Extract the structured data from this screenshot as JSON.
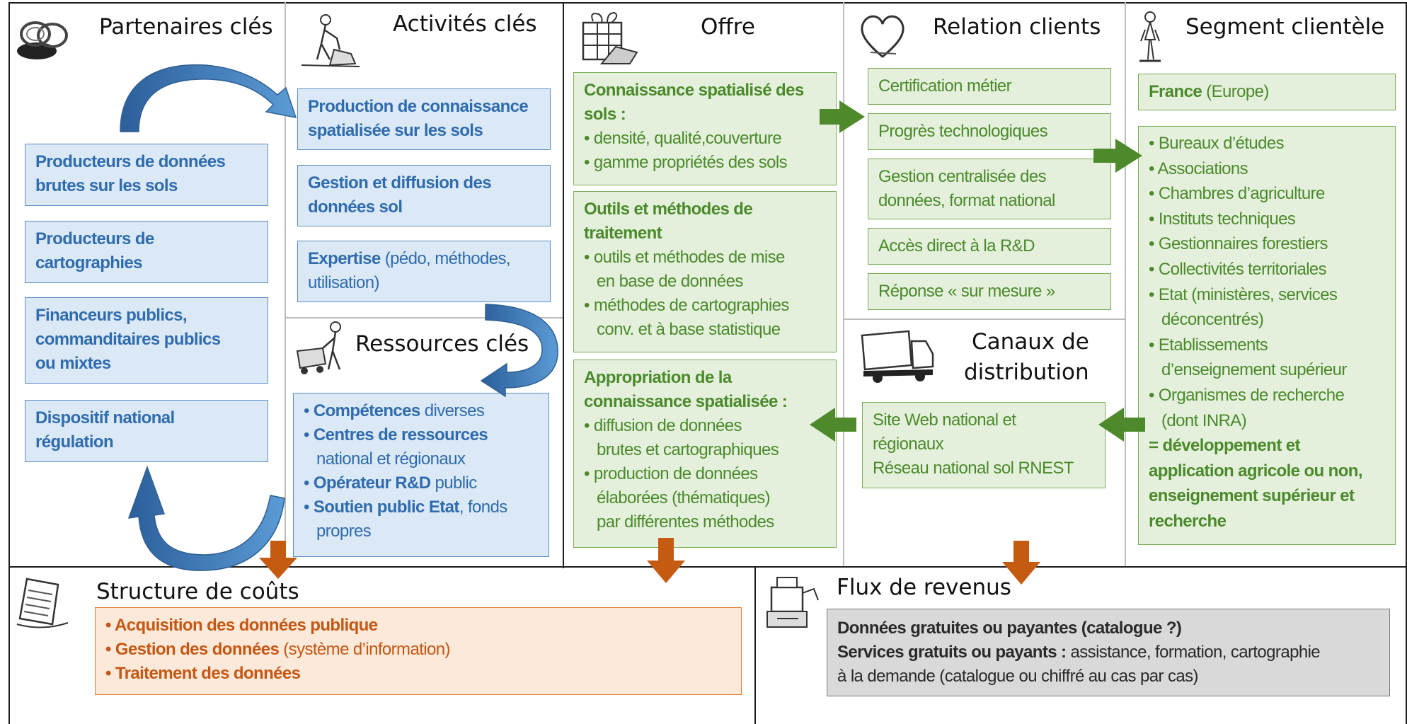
{
  "sections": {
    "partenaires": "Partenaires clés",
    "activites": "Activités clés",
    "offre": "Offre",
    "relation": "Relation clients",
    "segment": "Segment clientèle",
    "ressources": "Ressources clés",
    "canaux_1": "Canaux de",
    "canaux_2": "distribution",
    "couts": "Structure de coûts",
    "revenus": "Flux de revenus"
  },
  "partenaires": [
    {
      "l1": "Producteurs de données",
      "l2": "brutes sur les sols"
    },
    {
      "l1": "Producteurs de",
      "l2": "cartographies"
    },
    {
      "l1": "Financeurs publics,",
      "l2": "commanditaires publics",
      "l3": "ou mixtes"
    },
    {
      "l1": "Dispositif national",
      "l2": "régulation"
    }
  ],
  "activites": {
    "a1_l1": "Production de connaissance",
    "a1_l2": "spatialisée sur les sols",
    "a2_l1": "Gestion et diffusion des",
    "a2_l2": "données sol",
    "a3_bold": "Expertise",
    "a3_rest": " (pédo, méthodes,",
    "a3_l2": "utilisation)"
  },
  "ressources": {
    "r1_bold": "Compétences",
    "r1_rest": " diverses",
    "r2_bold": "Centres de ressources",
    "r2_l2": "national et régionaux",
    "r3_bold": "Opérateur R&D",
    "r3_rest": " public",
    "r4_bold": "Soutien public Etat",
    "r4_rest": ", fonds",
    "r4_l2": "propres"
  },
  "offre": {
    "o1_t1": "Connaissance spatialisé des",
    "o1_t2": "sols :",
    "o1_b1": "• densité, qualité,couverture",
    "o1_b2": "• gamme propriétés des sols",
    "o2_t1": "Outils et méthodes de",
    "o2_t2": "traitement",
    "o2_b1": "• outils et méthodes de mise",
    "o2_b1b": "en base de données",
    "o2_b2": "• méthodes de cartographies",
    "o2_b2b": "conv. et à base statistique",
    "o3_t1": "Appropriation de la",
    "o3_t2": "connaissance spatialisée :",
    "o3_b1": "• diffusion de données",
    "o3_b1b": "brutes et cartographiques",
    "o3_b2": "• production de données",
    "o3_b2b": "élaborées (thématiques)",
    "o3_b2c": "par différentes méthodes"
  },
  "relation": {
    "r1": "Certification métier",
    "r2": "Progrès technologiques",
    "r3_l1": "Gestion centralisée des",
    "r3_l2": "données, format national",
    "r4": "Accès direct à la R&D",
    "r5": "Réponse « sur mesure »"
  },
  "canaux": {
    "c1": "Site Web national et",
    "c2": "régionaux",
    "c3": "Réseau national sol RNEST"
  },
  "segment": {
    "france_bold": "France",
    "france_rest": " (Europe)",
    "items": [
      "• Bureaux d’études",
      "• Associations",
      "• Chambres d’agriculture",
      "• Instituts techniques",
      "• Gestionnaires forestiers",
      "• Collectivités territoriales",
      "• Etat (ministères, services",
      "déconcentrés)",
      "• Etablissements",
      "d’enseignement supérieur",
      "• Organismes de recherche",
      "(dont INRA)"
    ],
    "concl_1": "= développement et",
    "concl_2": "application agricole ou non,",
    "concl_3": "enseignement supérieur et",
    "concl_4": "recherche"
  },
  "couts": {
    "c1": "• Acquisition des données publique",
    "c2_bold": "• Gestion des données",
    "c2_rest": " (système d’information)",
    "c3": "• Traitement des données"
  },
  "revenus": {
    "l1": "Données gratuites ou payantes (catalogue ?)",
    "l2_bold": "Services gratuits ou payants :",
    "l2_rest": " assistance, formation, cartographie",
    "l3": "à la demande (catalogue ou chiffré au cas par cas)"
  },
  "colors": {
    "blue_fill": "#dbe8f5",
    "blue_text": "#2f6cae",
    "green_fill": "#e4f0dc",
    "green_text": "#4b8a2b",
    "green_arrow": "#4e8a2c",
    "orange_fill": "#fde9d9",
    "orange_text": "#c45713",
    "orange_arrow": "#c55a11",
    "gray_fill": "#d9d9d9"
  }
}
